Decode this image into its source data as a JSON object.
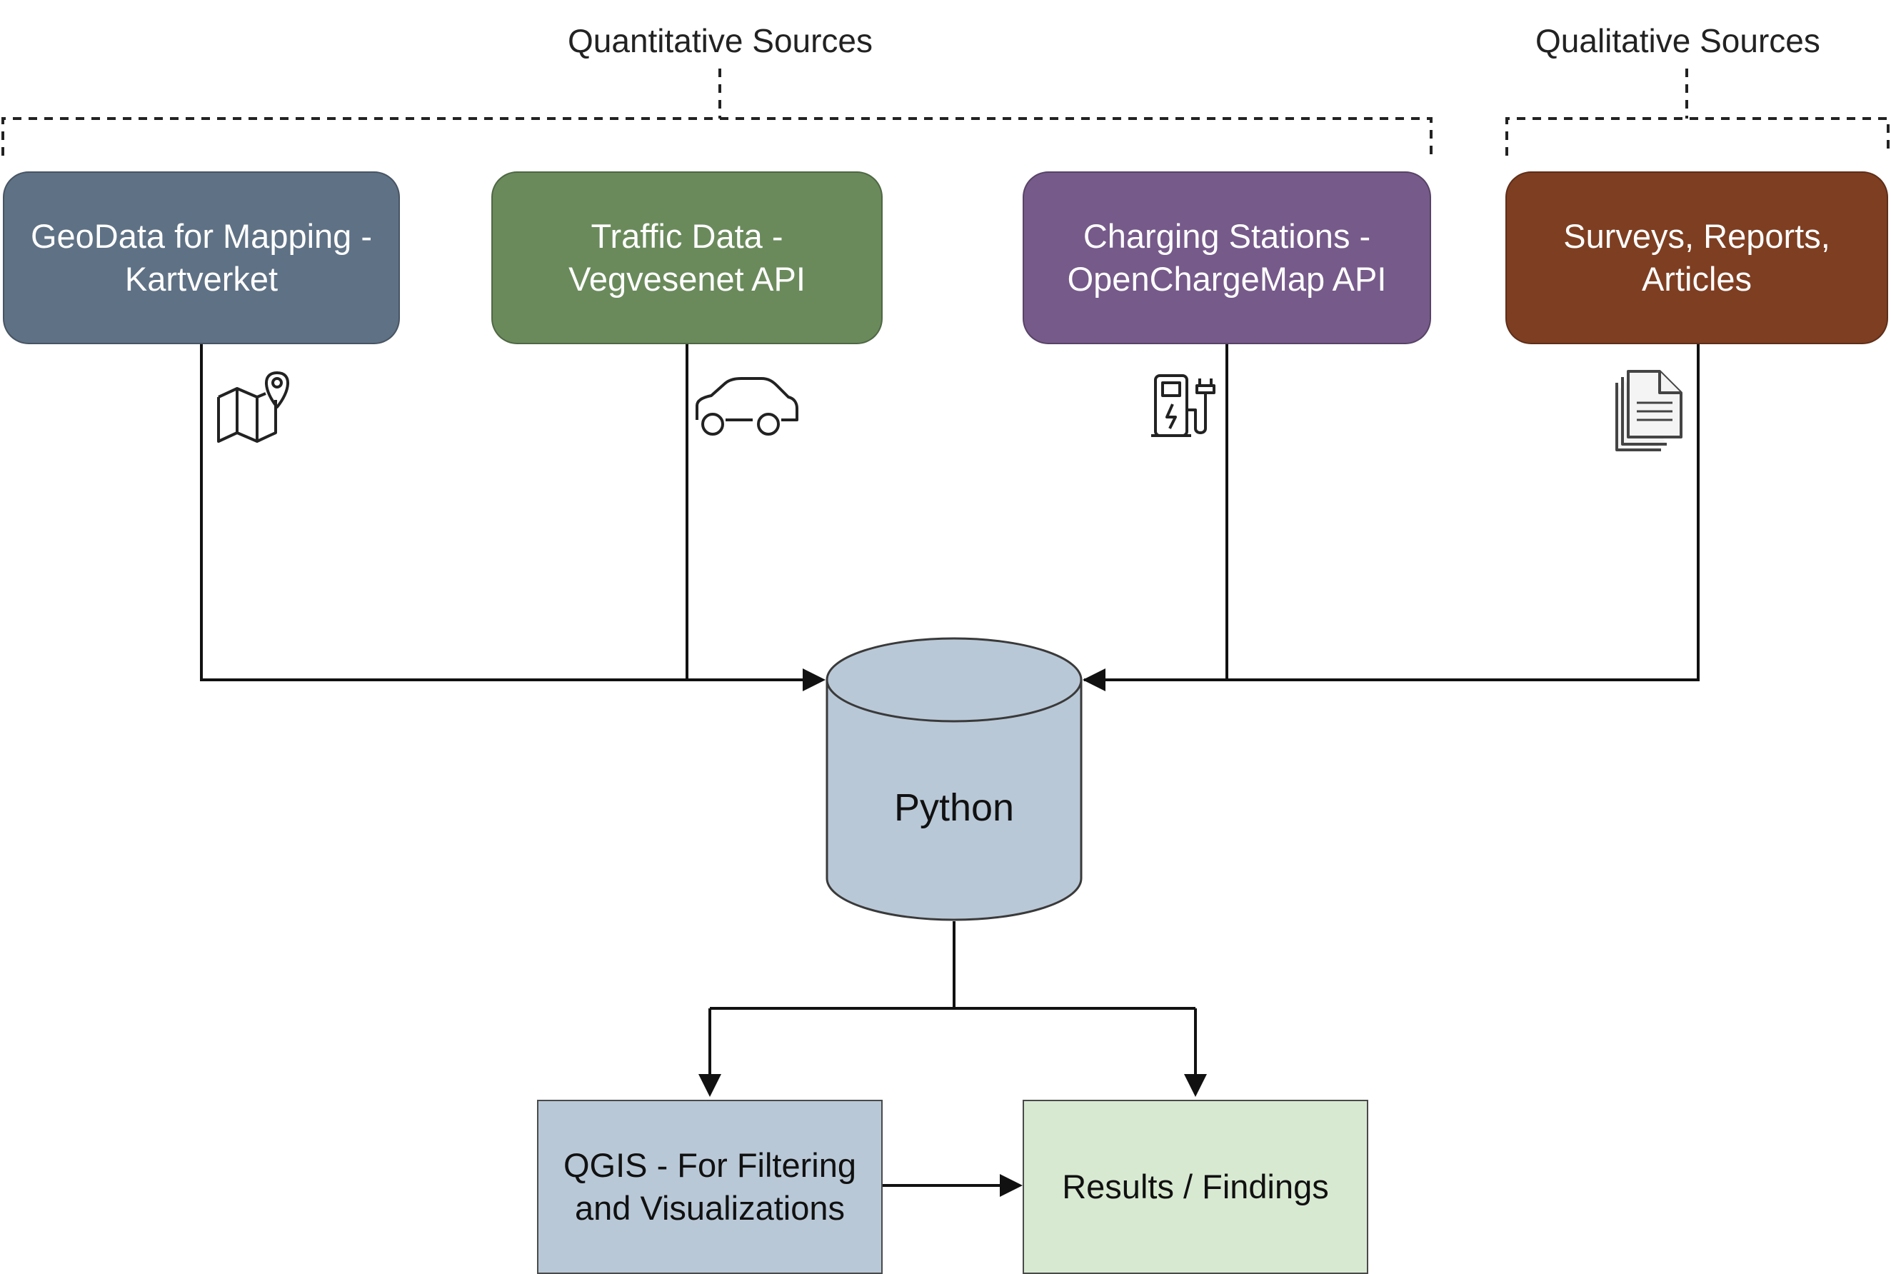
{
  "groups": {
    "quantitative": "Quantitative Sources",
    "qualitative": "Qualitative Sources"
  },
  "sources": [
    {
      "label": "GeoData for Mapping -\nKartverket",
      "color": "#5f7185",
      "icon": "map-pin-icon"
    },
    {
      "label": "Traffic Data -\nVegvesenet API",
      "color": "#6a8a5b",
      "icon": "car-icon"
    },
    {
      "label": "Charging Stations -\nOpenChargeMap API",
      "color": "#765a8a",
      "icon": "ev-charger-icon"
    },
    {
      "label": "Surveys, Reports,\nArticles",
      "color": "#7e3e22",
      "icon": "documents-icon"
    }
  ],
  "hub": {
    "label": "Python",
    "color": "#b9c8d7"
  },
  "outputs": {
    "qgis": {
      "label": "QGIS - For Filtering\nand Visualizations",
      "color": "#b9c8d7"
    },
    "results": {
      "label": "Results / Findings",
      "color": "#d8e9d2"
    }
  }
}
